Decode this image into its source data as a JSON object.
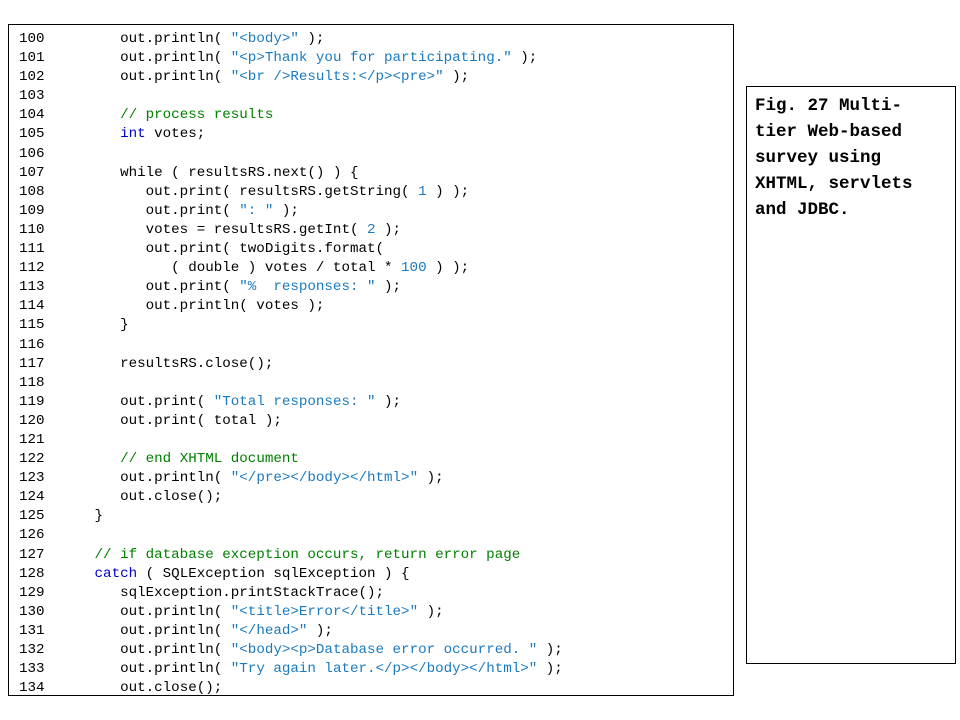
{
  "caption": "Fig. 27 Multi-\ntier Web-based\nsurvey using\nXHTML, servlets\nand JDBC.",
  "colors": {
    "keyword": "#0000cc",
    "comment": "#008000",
    "string": "#1a7abf",
    "number": "#1a7abf",
    "text": "#000000"
  },
  "lines": [
    {
      "n": "100",
      "indent": "      ",
      "tokens": [
        [
          "pl",
          "out.println( "
        ],
        [
          "st",
          "\"<body>\""
        ],
        [
          "pl",
          " );"
        ]
      ]
    },
    {
      "n": "101",
      "indent": "      ",
      "tokens": [
        [
          "pl",
          "out.println( "
        ],
        [
          "st",
          "\"<p>Thank you for participating.\""
        ],
        [
          "pl",
          " );"
        ]
      ]
    },
    {
      "n": "102",
      "indent": "      ",
      "tokens": [
        [
          "pl",
          "out.println( "
        ],
        [
          "st",
          "\"<br />Results:</p><pre>\""
        ],
        [
          "pl",
          " );"
        ]
      ]
    },
    {
      "n": "103",
      "indent": "",
      "tokens": []
    },
    {
      "n": "104",
      "indent": "      ",
      "tokens": [
        [
          "cm",
          "// process results"
        ]
      ]
    },
    {
      "n": "105",
      "indent": "      ",
      "tokens": [
        [
          "kw",
          "int"
        ],
        [
          "pl",
          " votes;"
        ]
      ]
    },
    {
      "n": "106",
      "indent": "",
      "tokens": []
    },
    {
      "n": "107",
      "indent": "      ",
      "tokens": [
        [
          "pl",
          "while ( resultsRS.next() ) {"
        ]
      ]
    },
    {
      "n": "108",
      "indent": "         ",
      "tokens": [
        [
          "pl",
          "out.print( resultsRS.getString( "
        ],
        [
          "nm",
          "1"
        ],
        [
          "pl",
          " ) );"
        ]
      ]
    },
    {
      "n": "109",
      "indent": "         ",
      "tokens": [
        [
          "pl",
          "out.print( "
        ],
        [
          "st",
          "\": \""
        ],
        [
          "pl",
          " );"
        ]
      ]
    },
    {
      "n": "110",
      "indent": "         ",
      "tokens": [
        [
          "pl",
          "votes = resultsRS.getInt( "
        ],
        [
          "nm",
          "2"
        ],
        [
          "pl",
          " );"
        ]
      ]
    },
    {
      "n": "111",
      "indent": "         ",
      "tokens": [
        [
          "pl",
          "out.print( twoDigits.format("
        ]
      ]
    },
    {
      "n": "112",
      "indent": "            ",
      "tokens": [
        [
          "pl",
          "( double ) votes / total * "
        ],
        [
          "nm",
          "100"
        ],
        [
          "pl",
          " ) );"
        ]
      ]
    },
    {
      "n": "113",
      "indent": "         ",
      "tokens": [
        [
          "pl",
          "out.print( "
        ],
        [
          "st",
          "\"%  responses: \""
        ],
        [
          "pl",
          " );"
        ]
      ]
    },
    {
      "n": "114",
      "indent": "         ",
      "tokens": [
        [
          "pl",
          "out.println( votes );"
        ]
      ]
    },
    {
      "n": "115",
      "indent": "      ",
      "tokens": [
        [
          "pl",
          "}"
        ]
      ]
    },
    {
      "n": "116",
      "indent": "",
      "tokens": []
    },
    {
      "n": "117",
      "indent": "      ",
      "tokens": [
        [
          "pl",
          "resultsRS.close();"
        ]
      ]
    },
    {
      "n": "118",
      "indent": "",
      "tokens": []
    },
    {
      "n": "119",
      "indent": "      ",
      "tokens": [
        [
          "pl",
          "out.print( "
        ],
        [
          "st",
          "\"Total responses: \""
        ],
        [
          "pl",
          " );"
        ]
      ]
    },
    {
      "n": "120",
      "indent": "      ",
      "tokens": [
        [
          "pl",
          "out.print( total );"
        ]
      ]
    },
    {
      "n": "121",
      "indent": "",
      "tokens": []
    },
    {
      "n": "122",
      "indent": "      ",
      "tokens": [
        [
          "cm",
          "// end XHTML document"
        ]
      ]
    },
    {
      "n": "123",
      "indent": "      ",
      "tokens": [
        [
          "pl",
          "out.println( "
        ],
        [
          "st",
          "\"</pre></body></html>\""
        ],
        [
          "pl",
          " );"
        ]
      ]
    },
    {
      "n": "124",
      "indent": "      ",
      "tokens": [
        [
          "pl",
          "out.close();"
        ]
      ]
    },
    {
      "n": "125",
      "indent": "   ",
      "tokens": [
        [
          "pl",
          "}"
        ]
      ]
    },
    {
      "n": "126",
      "indent": "",
      "tokens": []
    },
    {
      "n": "127",
      "indent": "   ",
      "tokens": [
        [
          "cm",
          "// if database exception occurs, return error page"
        ]
      ]
    },
    {
      "n": "128",
      "indent": "   ",
      "tokens": [
        [
          "kw",
          "catch"
        ],
        [
          "pl",
          " ( SQLException sqlException ) {"
        ]
      ]
    },
    {
      "n": "129",
      "indent": "      ",
      "tokens": [
        [
          "pl",
          "sqlException.printStackTrace();"
        ]
      ]
    },
    {
      "n": "130",
      "indent": "      ",
      "tokens": [
        [
          "pl",
          "out.println( "
        ],
        [
          "st",
          "\"<title>Error</title>\""
        ],
        [
          "pl",
          " );"
        ]
      ]
    },
    {
      "n": "131",
      "indent": "      ",
      "tokens": [
        [
          "pl",
          "out.println( "
        ],
        [
          "st",
          "\"</head>\""
        ],
        [
          "pl",
          " );"
        ]
      ]
    },
    {
      "n": "132",
      "indent": "      ",
      "tokens": [
        [
          "pl",
          "out.println( "
        ],
        [
          "st",
          "\"<body><p>Database error occurred. \""
        ],
        [
          "pl",
          " );"
        ]
      ]
    },
    {
      "n": "133",
      "indent": "      ",
      "tokens": [
        [
          "pl",
          "out.println( "
        ],
        [
          "st",
          "\"Try again later.</p></body></html>\""
        ],
        [
          "pl",
          " );"
        ]
      ]
    },
    {
      "n": "134",
      "indent": "      ",
      "tokens": [
        [
          "pl",
          "out.close();"
        ]
      ]
    }
  ]
}
